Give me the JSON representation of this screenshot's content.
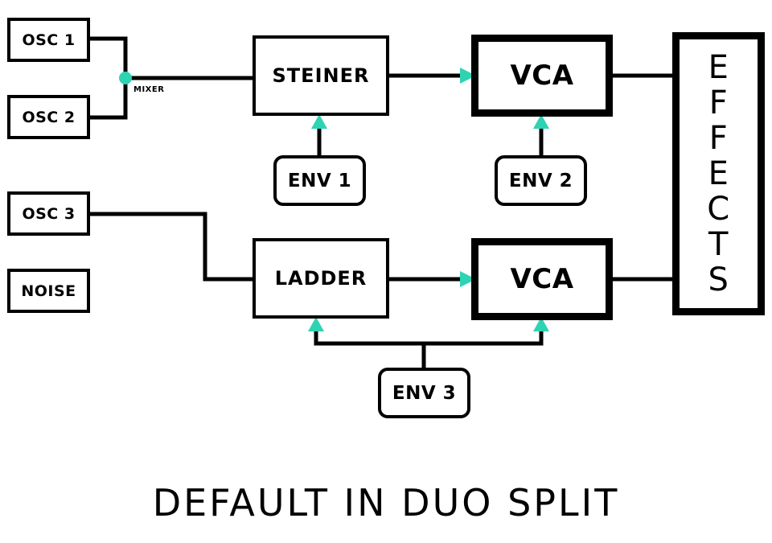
{
  "sources": {
    "osc1": "OSC 1",
    "osc2": "OSC 2",
    "osc3": "OSC 3",
    "noise": "NOISE"
  },
  "mixer_label": "MIXER",
  "filters": {
    "upper": "STEINER",
    "lower": "LADDER"
  },
  "vca": {
    "upper": "VCA",
    "lower": "VCA"
  },
  "envelopes": {
    "env1": "ENV 1",
    "env2": "ENV 2",
    "env3": "ENV 3"
  },
  "effects_letters": [
    "E",
    "F",
    "F",
    "E",
    "C",
    "T",
    "S"
  ],
  "caption": "DEFAULT IN DUO SPLIT",
  "colors": {
    "accent": "#2ed3b3",
    "line": "#000000",
    "background": "#ffffff"
  }
}
